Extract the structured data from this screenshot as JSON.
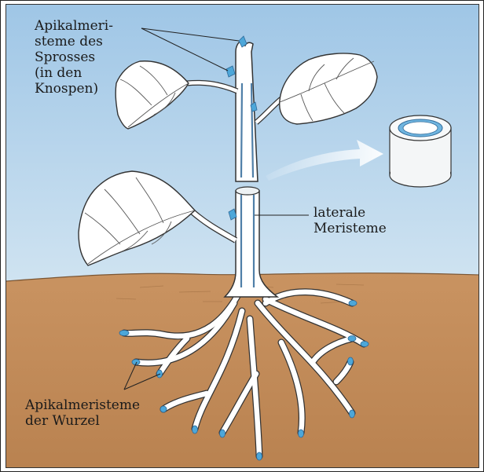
{
  "labels": {
    "shoot_apical_meristems": [
      "Apikalmeri-",
      "steme des",
      "Sprosses",
      "(in den",
      "Knospen)"
    ],
    "lateral_meristems": [
      "laterale",
      "Meristeme"
    ],
    "root_apical_meristems": [
      "Apikalmeristeme",
      "der Wurzel"
    ]
  },
  "colors": {
    "sky_top": "#9fc6e6",
    "sky_bottom": "#c8dff0",
    "soil": "#c08a55",
    "soil_line": "#6b4a2c",
    "plant_fill": "#ffffff",
    "plant_outline": "#333333",
    "meristem": "#4da7d9",
    "vascular": "#4f7fa8",
    "arrow": "#ffffff"
  }
}
